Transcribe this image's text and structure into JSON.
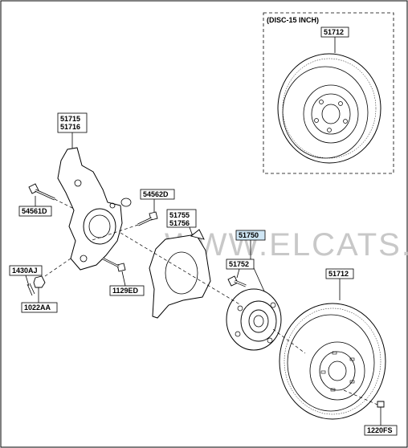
{
  "inset": {
    "title": "(DISC-15 INCH)",
    "part": "51712"
  },
  "parts": {
    "knuckle_a": "51715",
    "knuckle_b": "51716",
    "bolt_54561d": "54561D",
    "bolt_54562d": "54562D",
    "shield_a": "51755",
    "shield_b": "51756",
    "hub": "51750",
    "hub_bolt": "51752",
    "disc": "51712",
    "pin_1430aj": "1430AJ",
    "nut_1022aa": "1022AA",
    "screw_1129ed": "1129ED",
    "screw_1220fs": "1220FS"
  },
  "watermark": "WWW.ELCATS.RU",
  "colors": {
    "highlight": "#cfe6f5",
    "line": "#000000",
    "watermark": "#c8c8c8"
  }
}
